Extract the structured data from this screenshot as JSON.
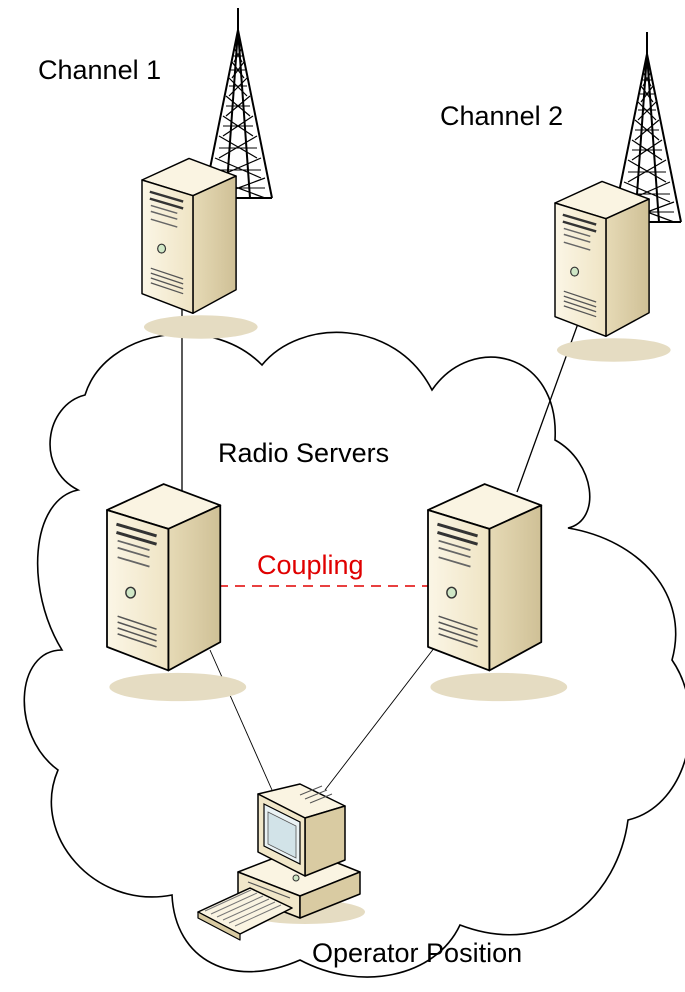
{
  "labels": {
    "channel_1": "Channel 1",
    "channel_2": "Channel 2",
    "radio_servers": "Radio Servers",
    "coupling": "Coupling",
    "operator_position": "Operator Position"
  },
  "colors": {
    "text": "#000000",
    "coupling": "#e00000",
    "server_front": "#f4ecd4",
    "server_side": "#ddd0a8",
    "server_top": "#faf4e2",
    "shadow": "#e5dcc2"
  }
}
